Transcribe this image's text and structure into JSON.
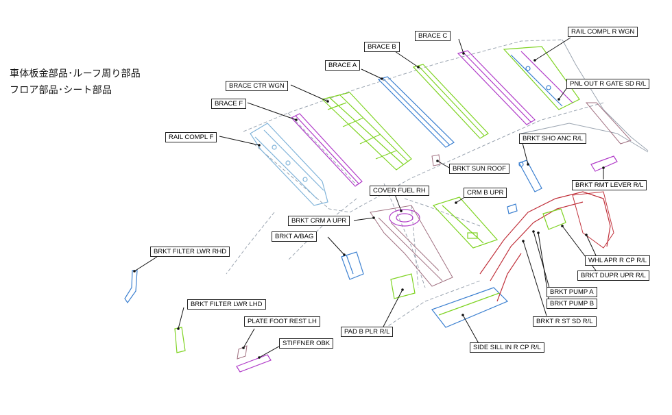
{
  "headings": [
    "車体板金部品･ルーフ周り部品",
    "フロア部品･シート部品"
  ],
  "labels": {
    "rail_compl_r_wgn": "RAIL COMPL R WGN",
    "brace_c": "BRACE C",
    "brace_b": "BRACE B",
    "brace_a": "BRACE A",
    "pnl_out_r_gate_sd": "PNL OUT R GATE SD R/L",
    "brace_ctr_wgn": "BRACE CTR WGN",
    "brace_f": "BRACE F",
    "rail_compl_f": "RAIL COMPL F",
    "brkt_sho_anc": "BRKT SHO ANC R/L",
    "brkt_sun_roof": "BRKT SUN ROOF",
    "brkt_rmt_lever": "BRKT RMT LEVER  R/L",
    "cover_fuel_rh": "COVER FUEL RH",
    "crm_b_upr": "CRM B UPR",
    "brkt_crm_a_upr": "BRKT CRM A UPR",
    "brkt_a_bag": "BRKT A/BAG",
    "brkt_filter_lwr_rhd": "BRKT FILTER LWR RHD",
    "whl_apr_r_cp": "WHL APR R CP R/L",
    "brkt_dupr_upr": "BRKT DUPR UPR R/L",
    "brkt_pump_a": "BRKT PUMP A",
    "brkt_pump_b": "BRKT PUMP B",
    "brkt_filter_lwr_lhd": "BRKT FILTER LWR LHD",
    "brkt_r_st_sd": "BRKT R ST SD R/L",
    "plate_foot_rest_lh": "PLATE FOOT REST  LH",
    "pad_b_plr": "PAD B PLR R/L",
    "stiffner_obk": "STIFFNER OBK",
    "side_sill_in_r_cp": "SIDE SILL IN R CP R/L"
  },
  "colors": {
    "green": "#7ed321",
    "purple": "#b03ac8",
    "blue": "#3a7fd0",
    "lightblue": "#7fb3d9",
    "red": "#c0303a",
    "mauve": "#a07080",
    "gray": "#9aa4b0",
    "leader": "#111111"
  }
}
